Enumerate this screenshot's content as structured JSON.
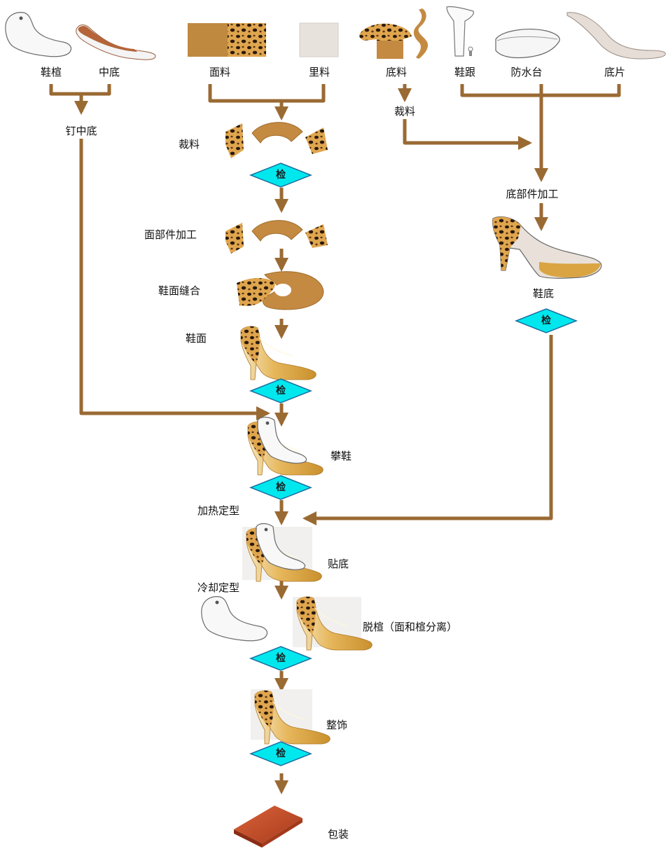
{
  "materials": {
    "last": "鞋楦",
    "insole": "中底",
    "upper_material": "面料",
    "lining": "里料",
    "sole_material": "底料",
    "heel": "鞋跟",
    "platform": "防水台",
    "outsole": "底片"
  },
  "steps": {
    "nail_insole": "钉中底",
    "cut_upper": "裁料",
    "cut_sole": "裁料",
    "upper_parts_processing": "面部件加工",
    "upper_stitching": "鞋面缝合",
    "shoe_upper": "鞋面",
    "sole_parts_processing": "底部件加工",
    "shoe_sole": "鞋底",
    "lasting": "攀鞋",
    "heat_setting": "加热定型",
    "sole_attaching": "贴底",
    "cool_setting": "冷却定型",
    "delasting": "脱楦（面和楦分离）",
    "finishing": "整饰",
    "packing": "包装"
  },
  "inspection_label": "检",
  "colors": {
    "arrow": "#9a6a33",
    "check_fill": "#00e8ee",
    "check_stroke": "#1c6fa0",
    "leather": "#c48a42",
    "leopard_base": "#e0a64e",
    "leopard_spot": "#2a1a0e",
    "patent_yellow": "#d9a441",
    "box": "#c9502a"
  }
}
